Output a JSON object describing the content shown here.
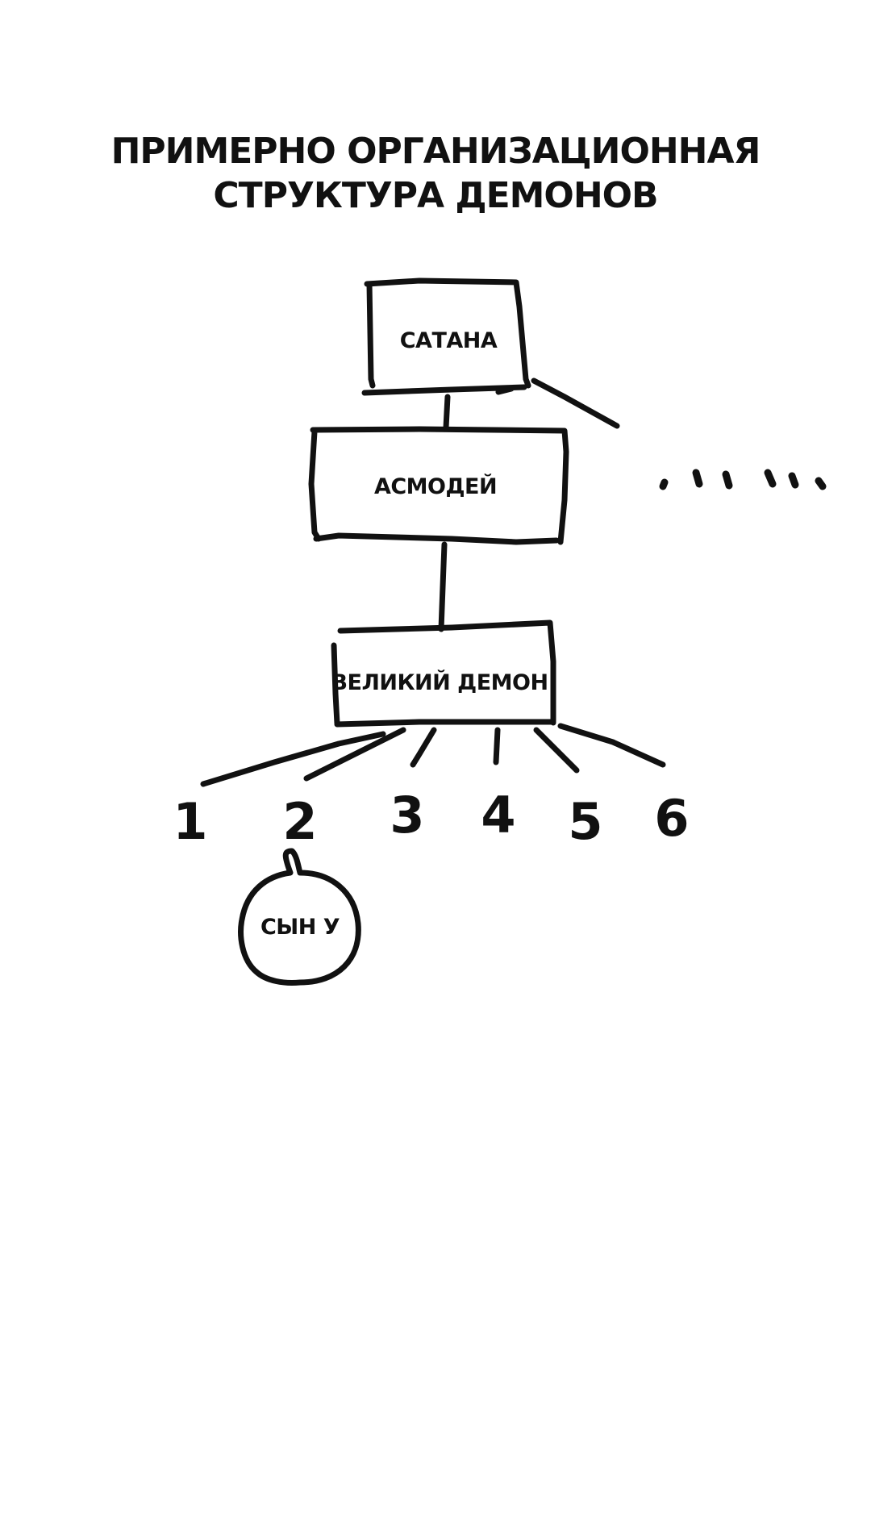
{
  "title": {
    "line1": "ПРИМЕРНО ОРГАНИЗАЦИОННАЯ",
    "line2": "СТРУКТУРА ДЕМОНОВ"
  },
  "nodes": {
    "satan": "САТАНА",
    "asmodeus": "АСМОДЕЙ",
    "great_demon": "ВЕЛИКИЙ ДЕМОН"
  },
  "subordinates": [
    "1",
    "2",
    "3",
    "4",
    "5",
    "6"
  ],
  "ellipsis": "...  ...",
  "bubble": "СЫН У",
  "colors": {
    "ink": "#111111",
    "paper": "#ffffff"
  }
}
